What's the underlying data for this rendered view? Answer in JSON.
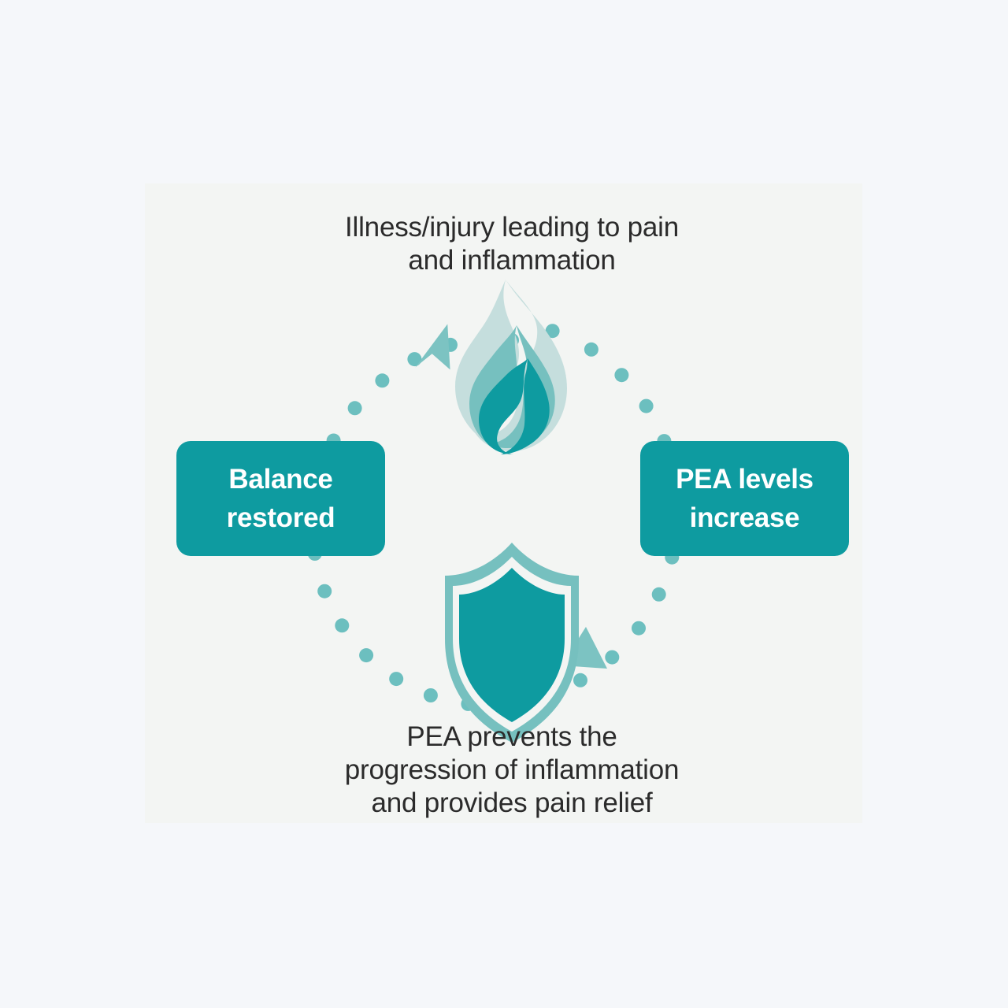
{
  "page": {
    "background_color": "#f5f7fa",
    "panel_color": "#f3f5f3"
  },
  "palette": {
    "teal_dark": "#0e9ba0",
    "teal_medium": "#76c0bf",
    "teal_light": "#c5dedd",
    "dot_color": "#6cbfbf",
    "arrow_color": "#7cc3c2",
    "text_color": "#2b2b2b",
    "pill_text_color": "#ffffff"
  },
  "diagram": {
    "type": "cycle",
    "title": "",
    "captions": {
      "top": "Illness/injury leading to pain\nand inflammation",
      "bottom": "PEA prevents the\nprogression of inflammation\nand provides pain relief"
    },
    "nodes": [
      {
        "id": "illness",
        "position": "top",
        "kind": "icon",
        "icon": "flame-icon",
        "label": "Illness/injury leading to pain and inflammation"
      },
      {
        "id": "pea-levels",
        "position": "right",
        "kind": "pill",
        "label": "PEA levels\nincrease"
      },
      {
        "id": "protection",
        "position": "bottom",
        "kind": "icon",
        "icon": "shield-icon",
        "label": "PEA prevents the progression of inflammation and provides pain relief"
      },
      {
        "id": "balance",
        "position": "left",
        "kind": "pill",
        "label": "Balance\nrestored"
      }
    ],
    "flow_direction": "clockwise",
    "connector_style": "dotted-circle",
    "arrows": [
      {
        "id": "arrow-upper-left",
        "points_toward": "illness"
      },
      {
        "id": "arrow-lower-right",
        "points_toward": "protection"
      }
    ]
  }
}
